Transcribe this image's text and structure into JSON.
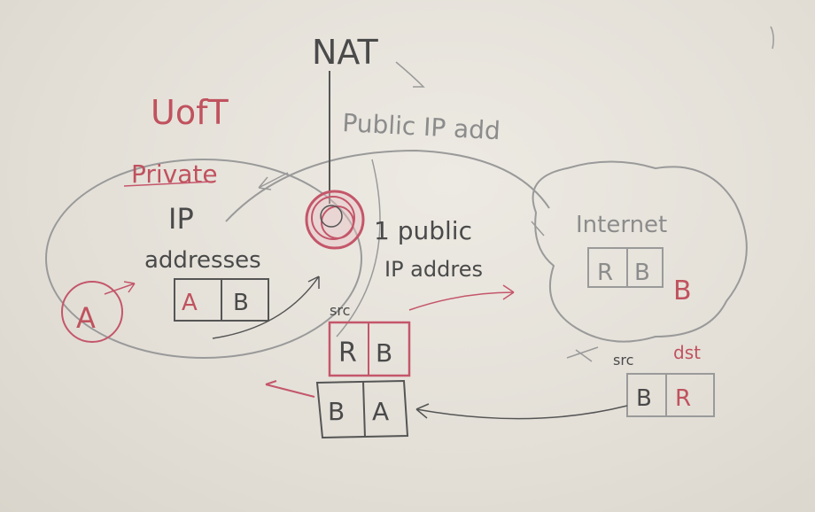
{
  "colors": {
    "board": "#e6e3db",
    "dark_marker": "#4a4a4a",
    "grey_marker": "#8c8c8c",
    "red_marker": "#c0525e"
  },
  "labels": {
    "nat": "NAT",
    "uoft": "UofT",
    "public_ip_addr": "Public IP add",
    "private": "Private",
    "ip": "IP",
    "addresses": "addresses",
    "one_public": "1 public",
    "ip_address": "IP addres",
    "internet": "Internet",
    "host_a": "A",
    "host_b": "B",
    "src_left": "src",
    "src_right": "src",
    "dst_right": "dst"
  },
  "packets": {
    "private_packet": [
      "A",
      "B"
    ],
    "nat_outgoing": [
      "R",
      "B"
    ],
    "internet_packet": [
      "R",
      "B"
    ],
    "incoming_right": [
      "B",
      "R"
    ],
    "incoming_bottom": [
      "B",
      "A"
    ]
  }
}
